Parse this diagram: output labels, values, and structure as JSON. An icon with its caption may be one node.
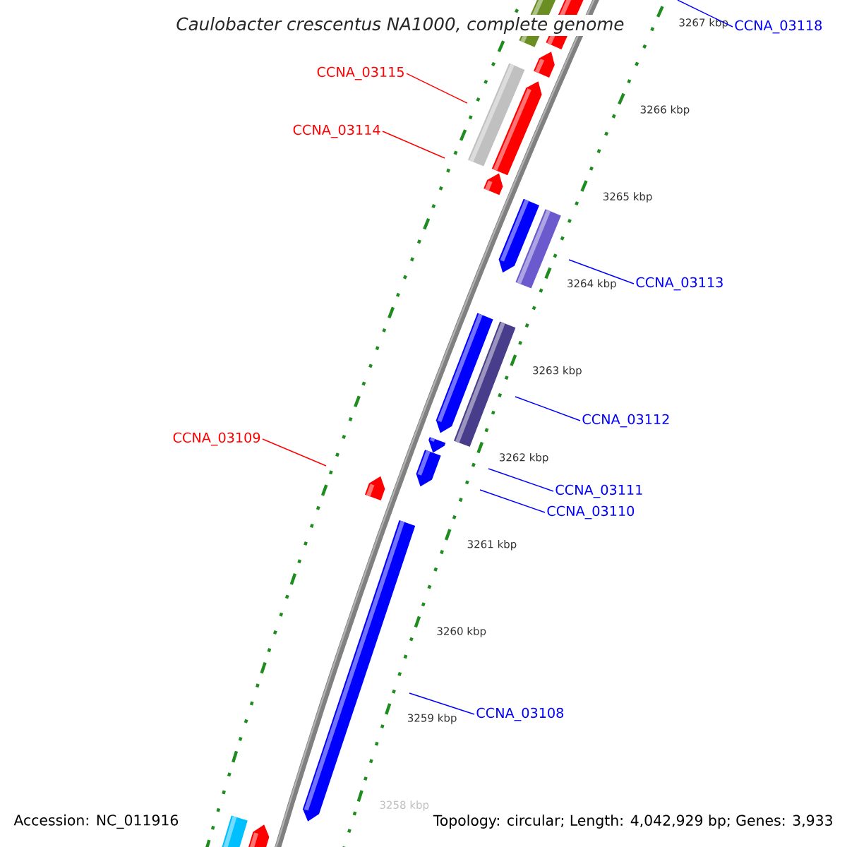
{
  "diagram": {
    "title": "Caulobacter crescentus NA1000, complete genome",
    "nodes": [
      {
        "text": [
          "CCNA_03118"
        ]
      },
      {
        "text": [
          "CCNA_03115"
        ]
      },
      {
        "text": [
          "CCNA_03114"
        ]
      },
      {
        "text": [
          "CCNA_03113"
        ]
      },
      {
        "text": [
          "CCNA_03112"
        ]
      },
      {
        "text": [
          "CCNA_03109"
        ]
      },
      {
        "text": [
          "CCNA_03111"
        ]
      },
      {
        "text": [
          "CCNA_03110"
        ]
      },
      {
        "text": [
          "CCNA_03108"
        ]
      }
    ],
    "edges": [
      {
        "from": 0,
        "to": null,
        "arrow": "none"
      },
      {
        "from": 1,
        "to": null,
        "arrow": "none",
        "color": "#ff0000"
      },
      {
        "from": 2,
        "to": null,
        "arrow": "none",
        "color": "#ff0000"
      },
      {
        "from": 3,
        "to": null,
        "arrow": "none"
      },
      {
        "from": 4,
        "to": null,
        "arrow": "none"
      },
      {
        "from": 5,
        "to": null,
        "arrow": "none",
        "color": "#ff0000"
      },
      {
        "from": 6,
        "to": null,
        "arrow": "none"
      },
      {
        "from": 7,
        "to": null,
        "arrow": "none"
      },
      {
        "from": 8,
        "to": null,
        "arrow": "none"
      }
    ],
    "labels": [
      "3267 kbp",
      "3266 kbp",
      "3265 kbp",
      "3264 kbp",
      "3263 kbp",
      "3262 kbp",
      "3261 kbp",
      "3260 kbp",
      "3259 kbp",
      "3258 kbp",
      "Accession: NC_011916",
      "Topology: circular; Length: 4,042,929 bp; Genes: 3,933"
    ]
  }
}
